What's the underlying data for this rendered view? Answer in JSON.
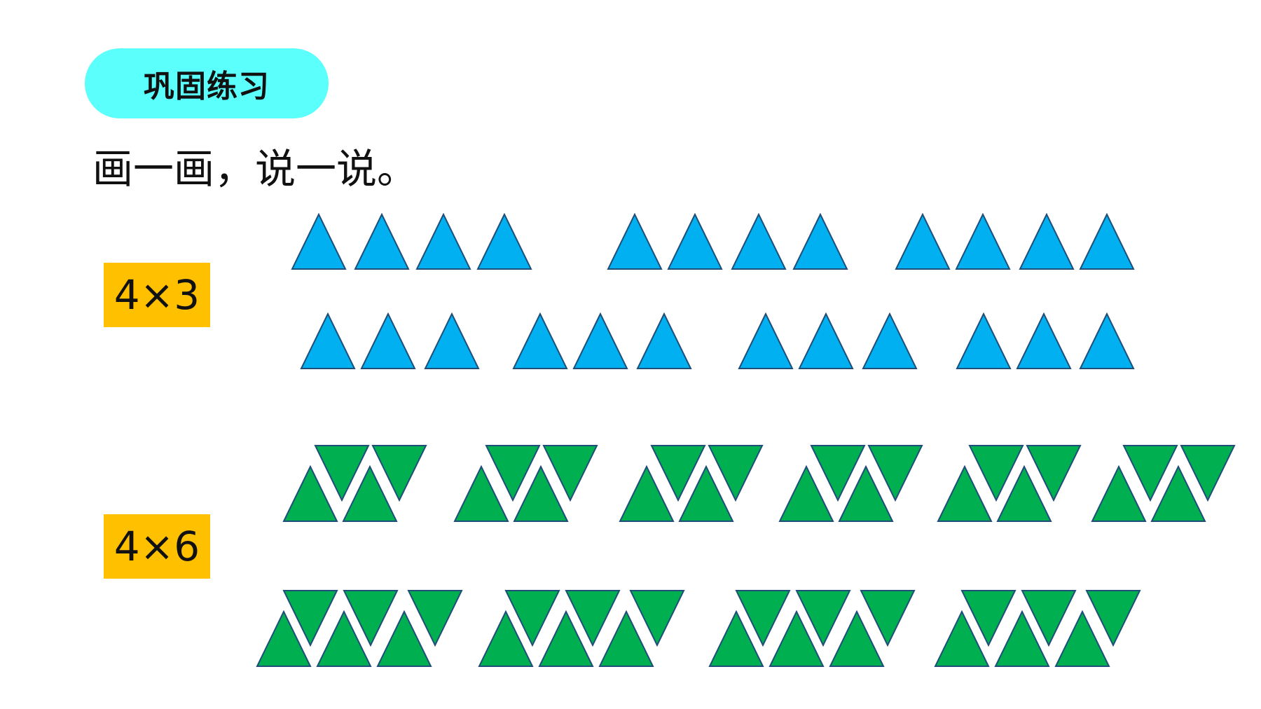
{
  "title": "巩固练习",
  "instruction": "画一画，说一说。",
  "expressions": [
    "4×3",
    "4×6"
  ],
  "colors": {
    "title_bg": "#5BFFFB",
    "expr_bg": "#FFC000",
    "blue_triangle": "#00B0F0",
    "green_triangle": "#00B050",
    "outline": "#1F4E79"
  },
  "groups": {
    "multiplication_4x3": {
      "groups": 3,
      "per_group": 4,
      "rows_drawn": 2
    },
    "multiplication_4x6": {
      "groups": 6,
      "per_group": 4,
      "rows_drawn": 2
    }
  }
}
